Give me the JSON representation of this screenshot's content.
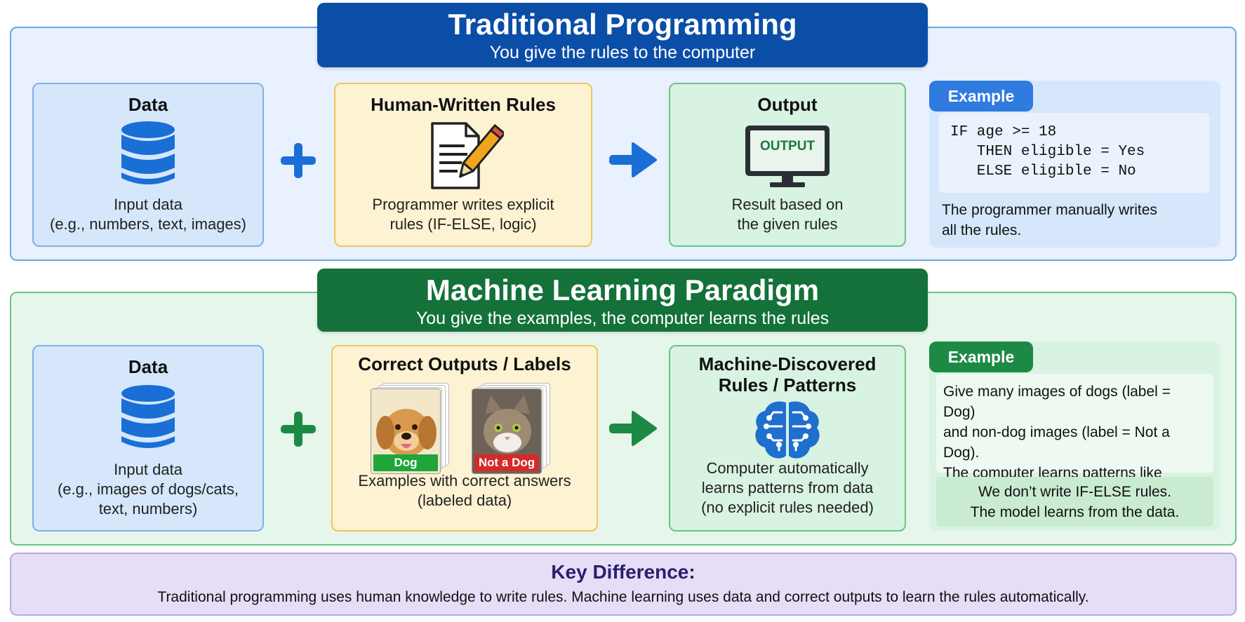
{
  "traditional": {
    "title": "Traditional Programming",
    "subtitle": "You give the rules to the computer",
    "data_card": {
      "title": "Data",
      "text": "Input data\n(e.g., numbers, text, images)"
    },
    "rules_card": {
      "title": "Human-Written Rules",
      "text": "Programmer writes explicit\nrules (IF-ELSE, logic)"
    },
    "output_card": {
      "title": "Output",
      "screen_label": "OUTPUT",
      "text": "Result based on\nthe given rules"
    },
    "example": {
      "tab": "Example",
      "code": "IF age >= 18\n   THEN eligible = Yes\n   ELSE eligible = No",
      "text": "The programmer manually writes\nall the rules."
    }
  },
  "ml": {
    "title": "Machine Learning Paradigm",
    "subtitle": "You give the examples, the computer learns the rules",
    "data_card": {
      "title": "Data",
      "text": "Input data\n(e.g., images of dogs/cats,\ntext, numbers)"
    },
    "labels_card": {
      "title": "Correct Outputs / Labels",
      "dog_label": "Dog",
      "cat_label": "Not a Dog",
      "text": "Examples with correct answers\n(labeled data)"
    },
    "patterns_card": {
      "title": "Machine-Discovered\nRules / Patterns",
      "text": "Computer automatically\nlearns patterns from data\n(no explicit rules needed)"
    },
    "example": {
      "tab": "Example",
      "text": "Give many images of dogs (label = Dog)\nand non-dog images (label = Not a Dog).\nThe computer learns patterns like\nshape, fur, ears, etc., automatically.",
      "note": "We don’t write IF-ELSE rules.\nThe model learns from the data."
    }
  },
  "key": {
    "title": "Key Difference:",
    "text": "Traditional programming uses human knowledge to write rules. Machine learning uses data and correct outputs to learn the rules automatically."
  },
  "icons": {
    "database": "database-icon",
    "document_pencil": "document-pencil-icon",
    "monitor": "monitor-icon",
    "brain_circuit": "brain-circuit-icon",
    "plus": "plus-icon",
    "arrow": "arrow-right-icon"
  },
  "colors": {
    "trad_accent": "#0b4ea8",
    "ml_accent": "#14713a",
    "dog_label": "#1fa53a",
    "not_dog_label": "#d42a2a",
    "key_bg": "#e6ddf7"
  }
}
